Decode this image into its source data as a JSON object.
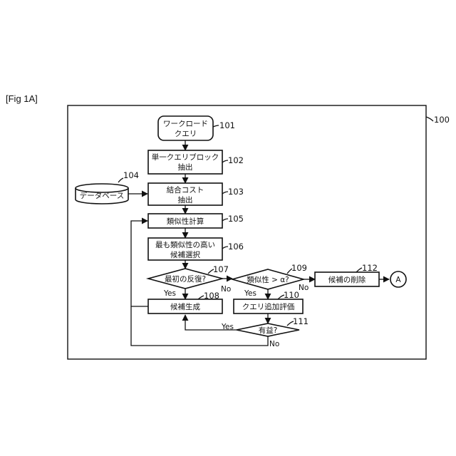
{
  "figure_label": "[Fig 1A]",
  "frame_ref": "100",
  "nodes": {
    "workload_query": {
      "lines": [
        "ワークロード",
        "クエリ"
      ],
      "ref": "101"
    },
    "block_extract": {
      "lines": [
        "単一クエリブロック",
        "抽出"
      ],
      "ref": "102"
    },
    "database": {
      "lines": [
        "データベース"
      ],
      "ref": "104"
    },
    "join_cost": {
      "lines": [
        "結合コスト",
        "抽出"
      ],
      "ref": "103"
    },
    "similarity_calc": {
      "lines": [
        "類似性計算"
      ],
      "ref": "105"
    },
    "select_candidate": {
      "lines": [
        "最も類似性の高い",
        "候補選択"
      ],
      "ref": "106"
    },
    "first_iteration": {
      "lines": [
        "最初の反復?"
      ],
      "ref": "107"
    },
    "candidate_gen": {
      "lines": [
        "候補生成"
      ],
      "ref": "108"
    },
    "similarity_alpha": {
      "lines": [
        "類似性 > α?"
      ],
      "ref": "109"
    },
    "query_eval": {
      "lines": [
        "クエリ追加評価"
      ],
      "ref": "110"
    },
    "beneficial": {
      "lines": [
        "有益?"
      ],
      "ref": "111"
    },
    "delete_candidate": {
      "lines": [
        "候補の削除"
      ],
      "ref": "112"
    },
    "connector": {
      "lines": [
        "A"
      ]
    }
  },
  "edge_labels": {
    "first_yes": "Yes",
    "first_no": "No",
    "alpha_yes": "Yes",
    "alpha_no": "No",
    "benefit_yes": "Yes",
    "benefit_no": "No"
  }
}
